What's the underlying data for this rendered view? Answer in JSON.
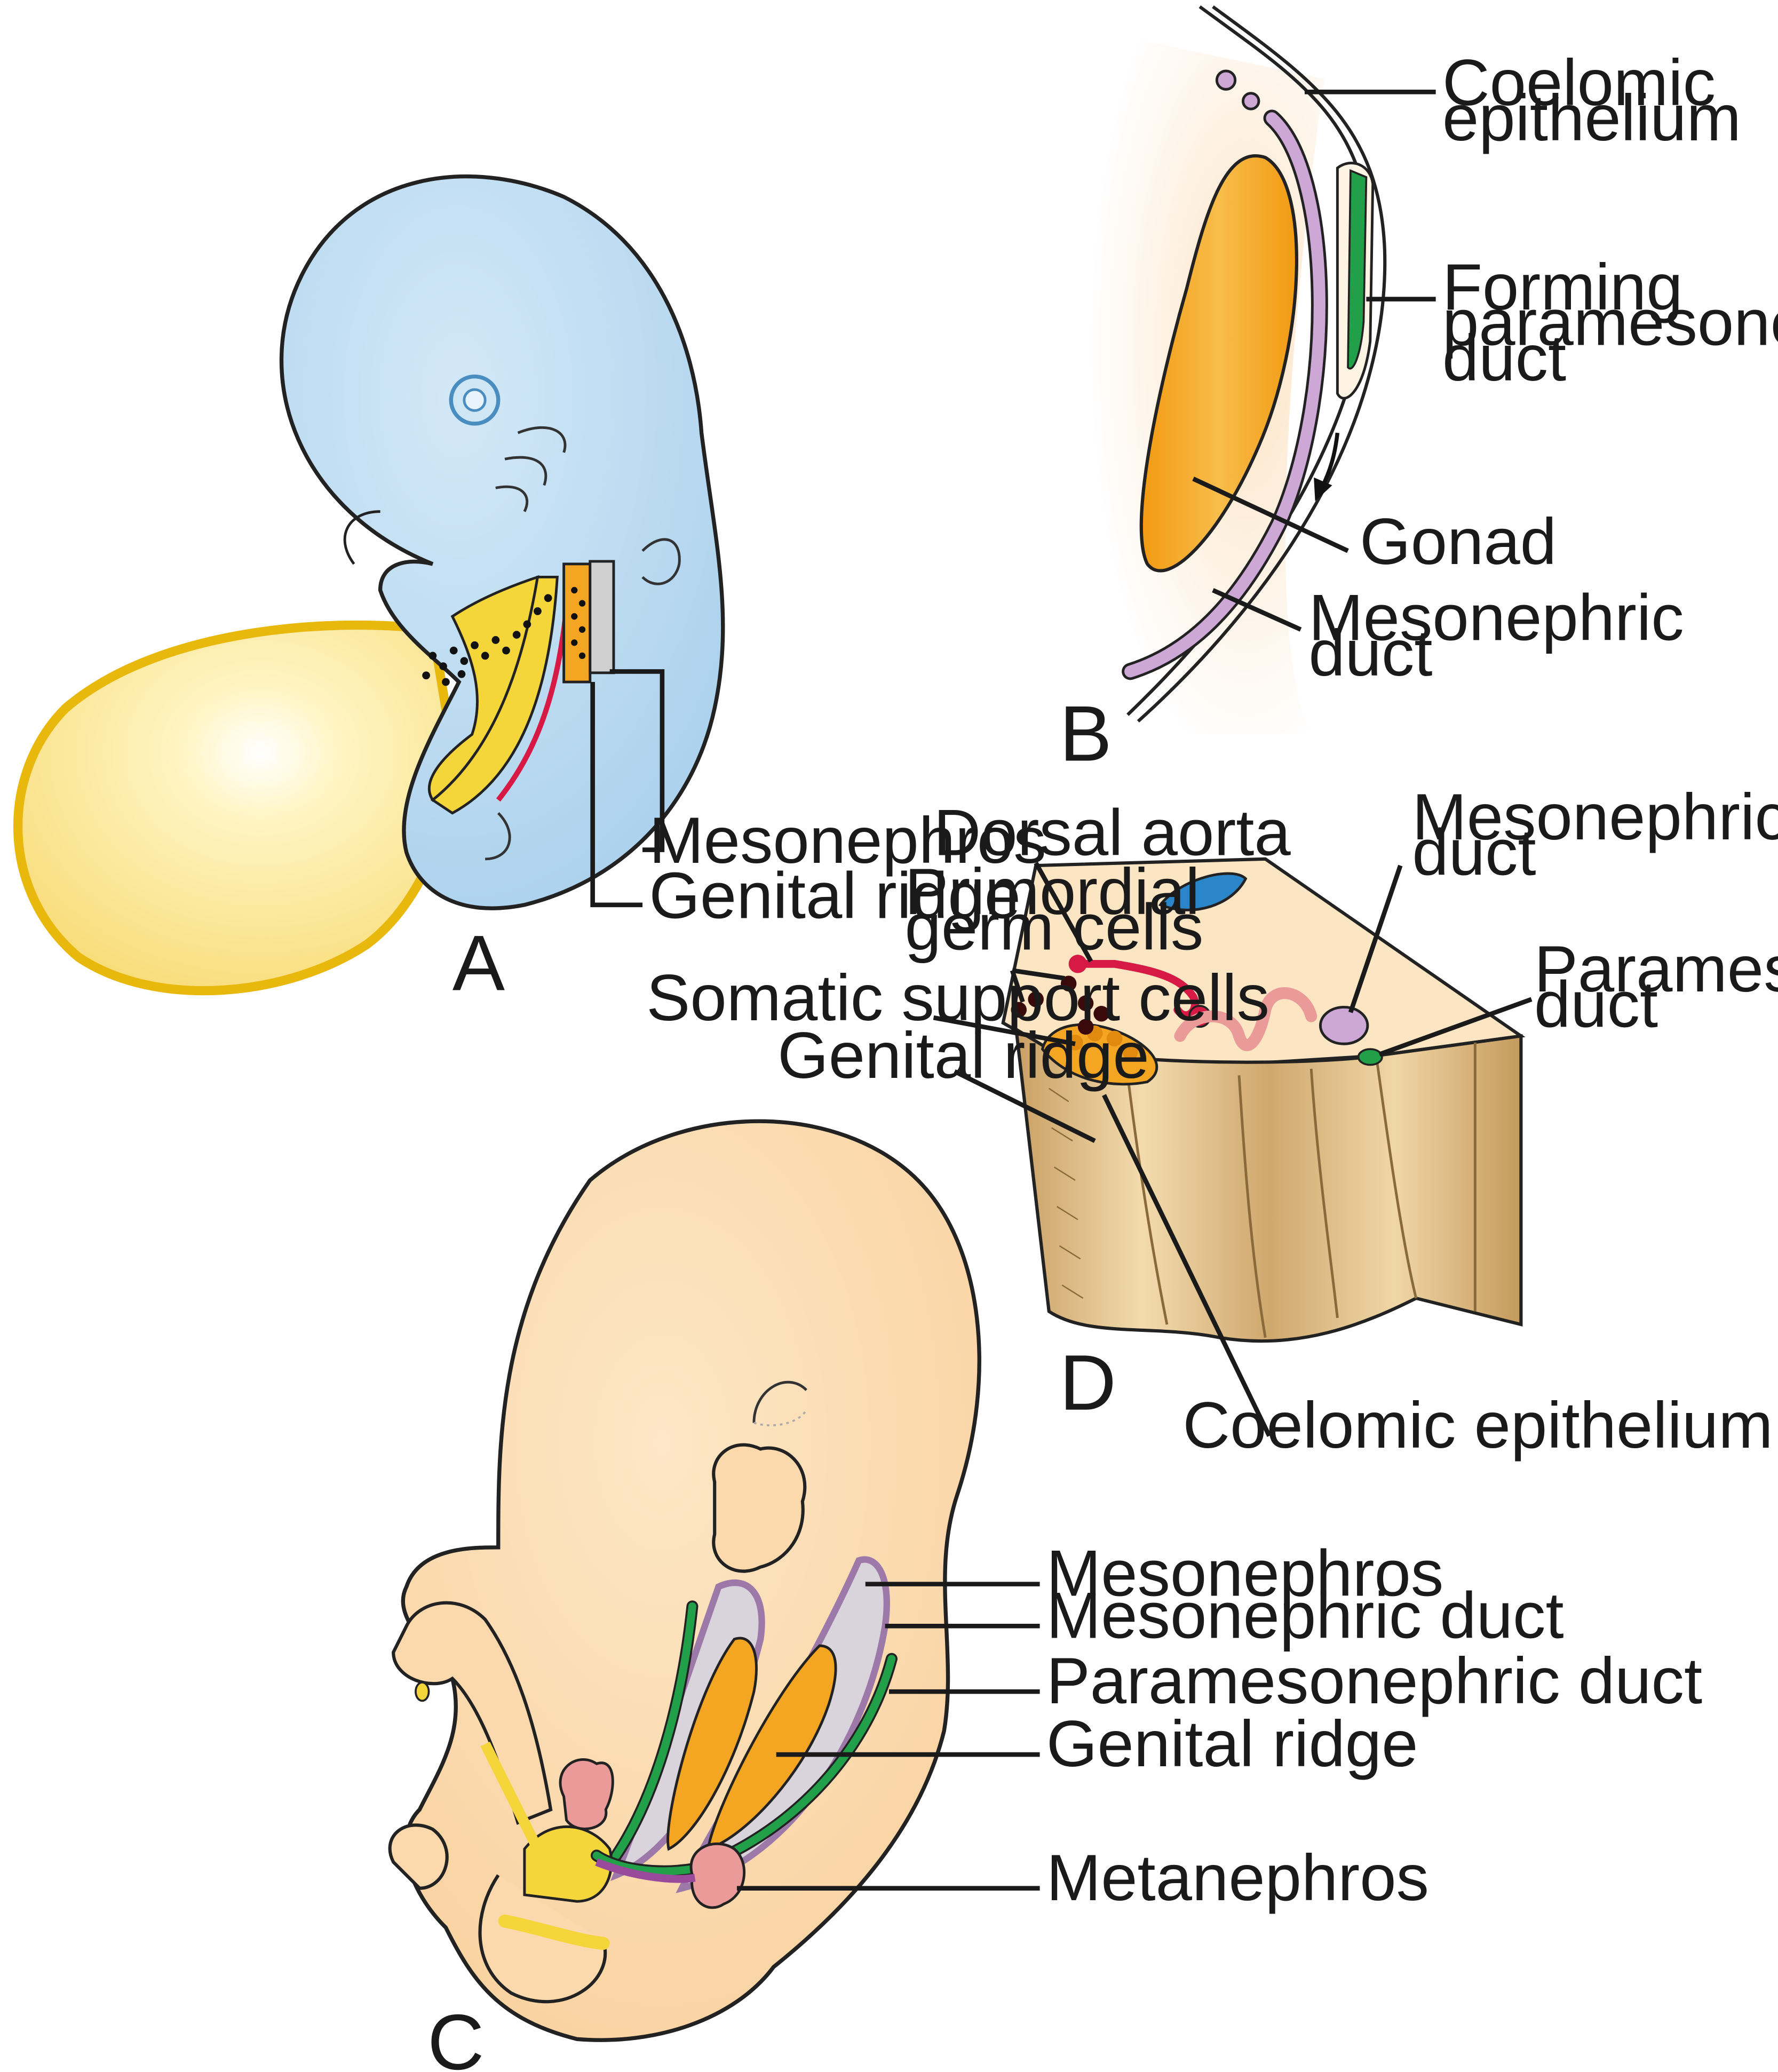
{
  "panels": {
    "A": {
      "letter": "A",
      "labels": {
        "mesonephros": "Mesonephros",
        "genital_ridge": "Genital ridge"
      }
    },
    "B": {
      "letter": "B",
      "labels": {
        "coelomic_1": "Coelomic",
        "coelomic_2": "epithelium",
        "forming_1": "Forming",
        "forming_2": "paramesonephric",
        "forming_3": "duct",
        "gonad": "Gonad",
        "meso_duct_1": "Mesonephric",
        "meso_duct_2": "duct"
      }
    },
    "C": {
      "letter": "C",
      "labels": {
        "mesonephros": "Mesonephros",
        "mesonephric_duct": "Mesonephric duct",
        "paramesonephric_duct": "Paramesonephric duct",
        "genital_ridge": "Genital ridge",
        "metanephros": "Metanephros"
      }
    },
    "D": {
      "letter": "D",
      "labels": {
        "dorsal_aorta": "Dorsal aorta",
        "primordial_1": "Primordial",
        "primordial_2": "germ cells",
        "somatic": "Somatic support cells",
        "genital_ridge": "Genital ridge",
        "meso_duct_1": "Mesonephric",
        "meso_duct_2": "duct",
        "parameso_1": "Paramesonephric",
        "parameso_2": "duct",
        "coelomic": "Coelomic epithelium"
      }
    }
  },
  "colors": {
    "embryo_blue": "#b9d9ef",
    "yolk_sac": "#fbe68a",
    "yolk_outline": "#e8b80c",
    "embryo_skin": "#fbd9ad",
    "gonad_orange": "#f4a521",
    "mesonephric_purple": "#cda7d6",
    "paramesonephric_green": "#21a049",
    "aorta_red": "#d61a45",
    "metanephros_pink": "#eb9a9a",
    "tissue_tan": "#d7b57e"
  }
}
